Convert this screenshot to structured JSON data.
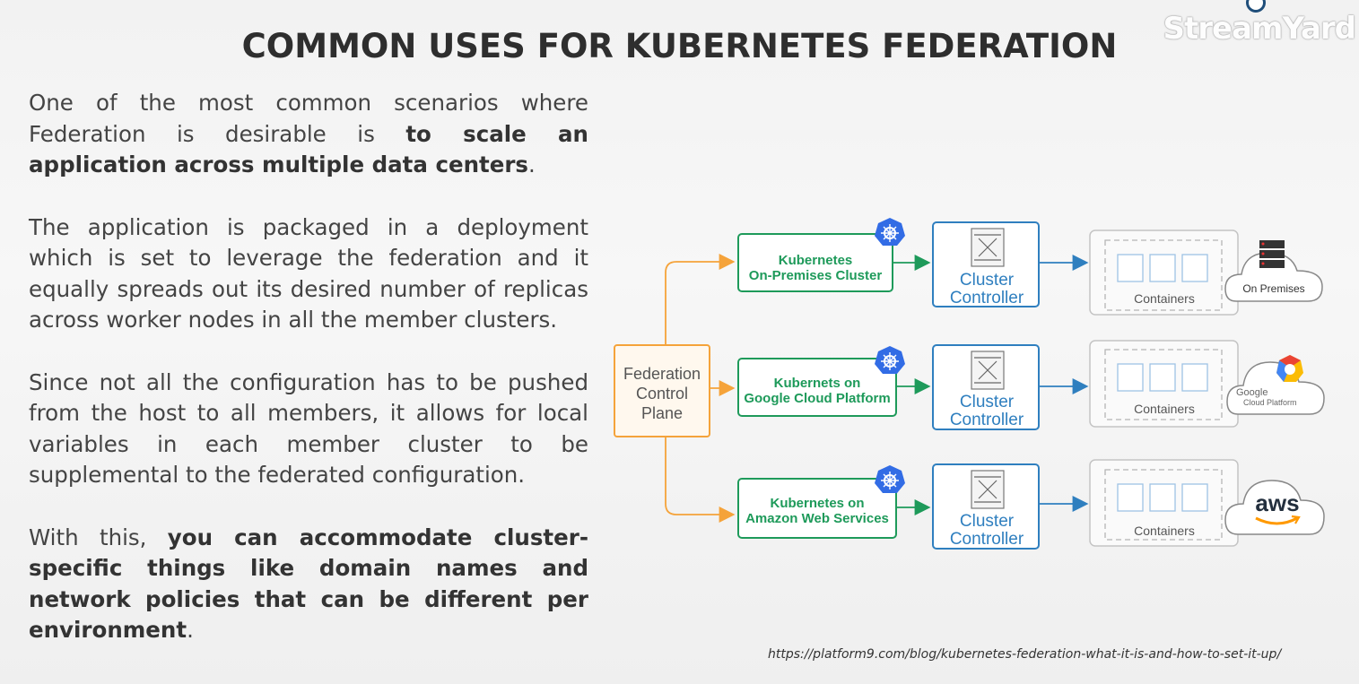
{
  "watermark": "StreamYard",
  "title": "COMMON USES FOR KUBERNETES FEDERATION",
  "paragraphs": {
    "p1": {
      "pre": "One of the most common scenarios where Federation is desirable is ",
      "bold": "to scale an application across multiple data centers",
      "post": "."
    },
    "p2": {
      "text": "The application is packaged in a deployment which is set to leverage the federation and it equally spreads out its desired number of replicas across worker nodes in all the member clusters."
    },
    "p3": {
      "text": "Since not all the configuration has to be pushed from the host to all members, it  allows for local variables in each member cluster to be supplemental to the federated configuration."
    },
    "p4": {
      "pre": "With this, ",
      "bold": "you can accommodate cluster-specific things like domain names and network policies that can be different per environment",
      "post": "."
    }
  },
  "diagram": {
    "control_plane": [
      "Federation",
      "Control",
      "Plane"
    ],
    "clusters": [
      {
        "line1": "Kubernetes",
        "line2": "On-Premises Cluster",
        "controller1": "Cluster",
        "controller2": "Controller",
        "containers": "Containers",
        "provider": "On Premises",
        "provider_icon": "server-icon"
      },
      {
        "line1": "Kubernets on",
        "line2": "Google Cloud Platform",
        "controller1": "Cluster",
        "controller2": "Controller",
        "containers": "Containers",
        "provider": "Google Cloud Platform",
        "provider_top": "Google",
        "provider_bottom": "Cloud Platform",
        "provider_icon": "google-cloud-icon"
      },
      {
        "line1": "Kubernetes on",
        "line2": "Amazon Web Services",
        "controller1": "Cluster",
        "controller2": "Controller",
        "containers": "Containers",
        "provider": "aws",
        "provider_icon": "aws-icon"
      }
    ],
    "colors": {
      "orange": "#f5a33a",
      "green": "#1e9a5a",
      "blue": "#2f7fbf",
      "k8s": "#326ce5",
      "gray": "#b5b5b5"
    }
  },
  "source_url": "https://platform9.com/blog/kubernetes-federation-what-it-is-and-how-to-set-it-up/"
}
